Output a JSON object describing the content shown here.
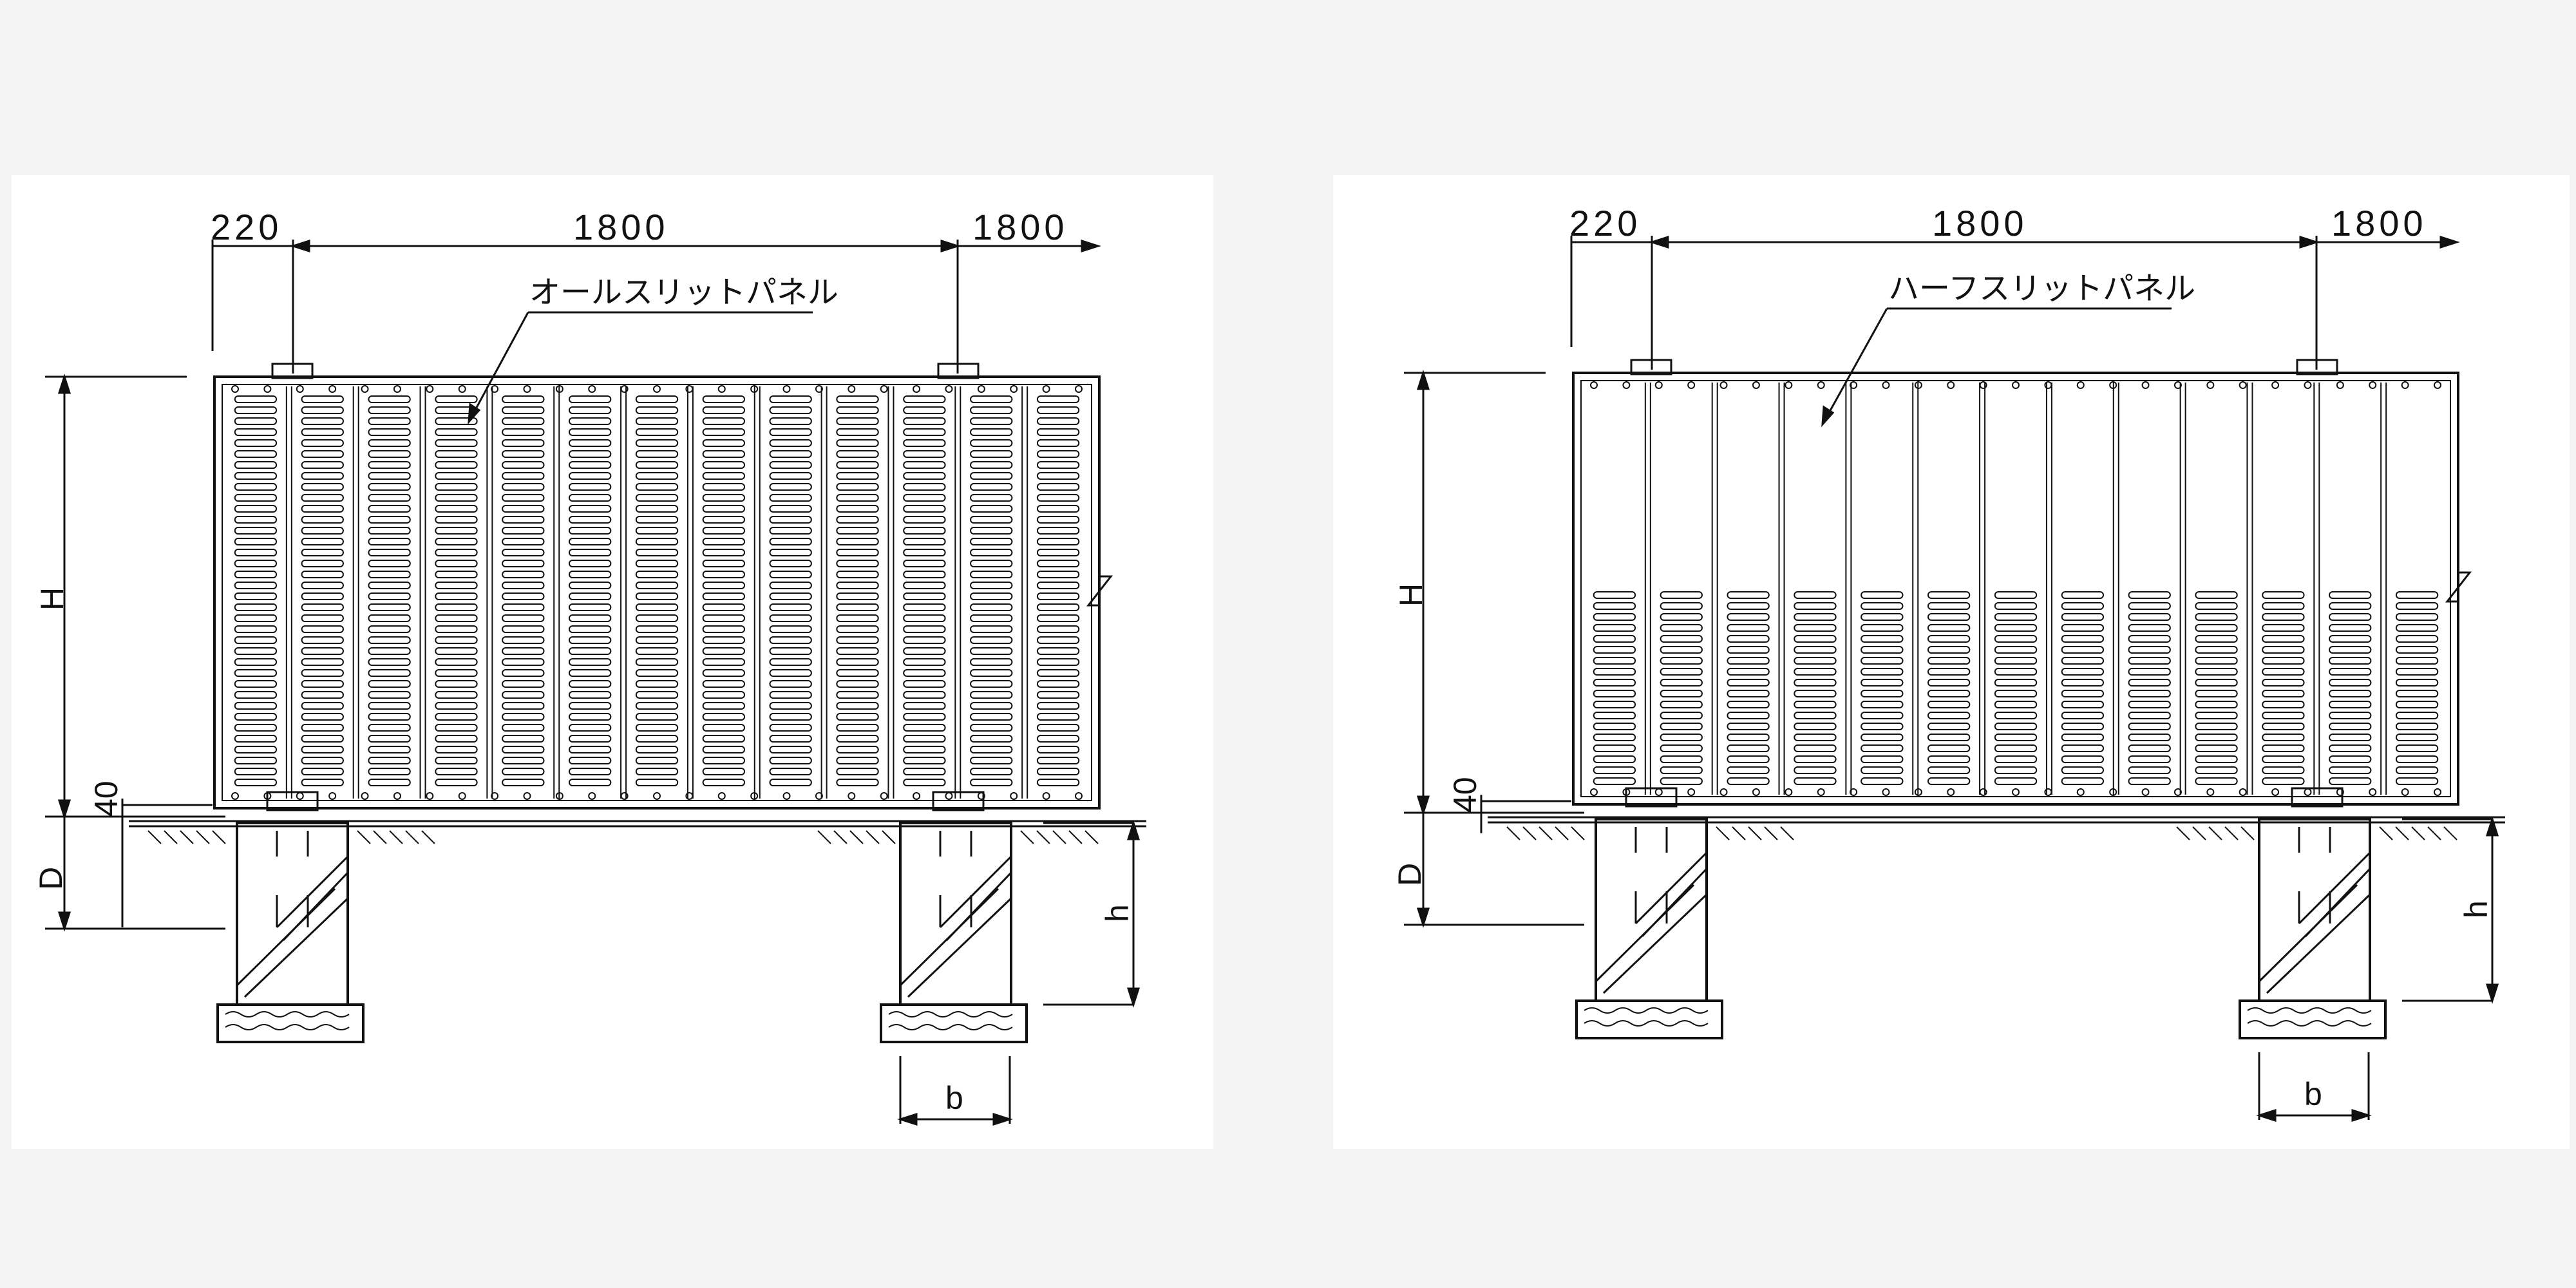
{
  "drawings": [
    {
      "id": "left",
      "panel_type": "all-slit",
      "dims": {
        "post_offset": "220",
        "span": "1800",
        "next_span": "1800",
        "height": "H",
        "clearance": "40",
        "depth": "D",
        "foundation_h": "h",
        "foundation_b": "b"
      },
      "callout": "オールスリットパネル"
    },
    {
      "id": "right",
      "panel_type": "half-slit",
      "dims": {
        "post_offset": "220",
        "span": "1800",
        "next_span": "1800",
        "height": "H",
        "clearance": "40",
        "depth": "D",
        "foundation_h": "h",
        "foundation_b": "b"
      },
      "callout": "ハーフスリットパネル"
    }
  ],
  "colors": {
    "ink": "#111111",
    "sheet": "#ffffff",
    "background": "#f4f4f4"
  }
}
